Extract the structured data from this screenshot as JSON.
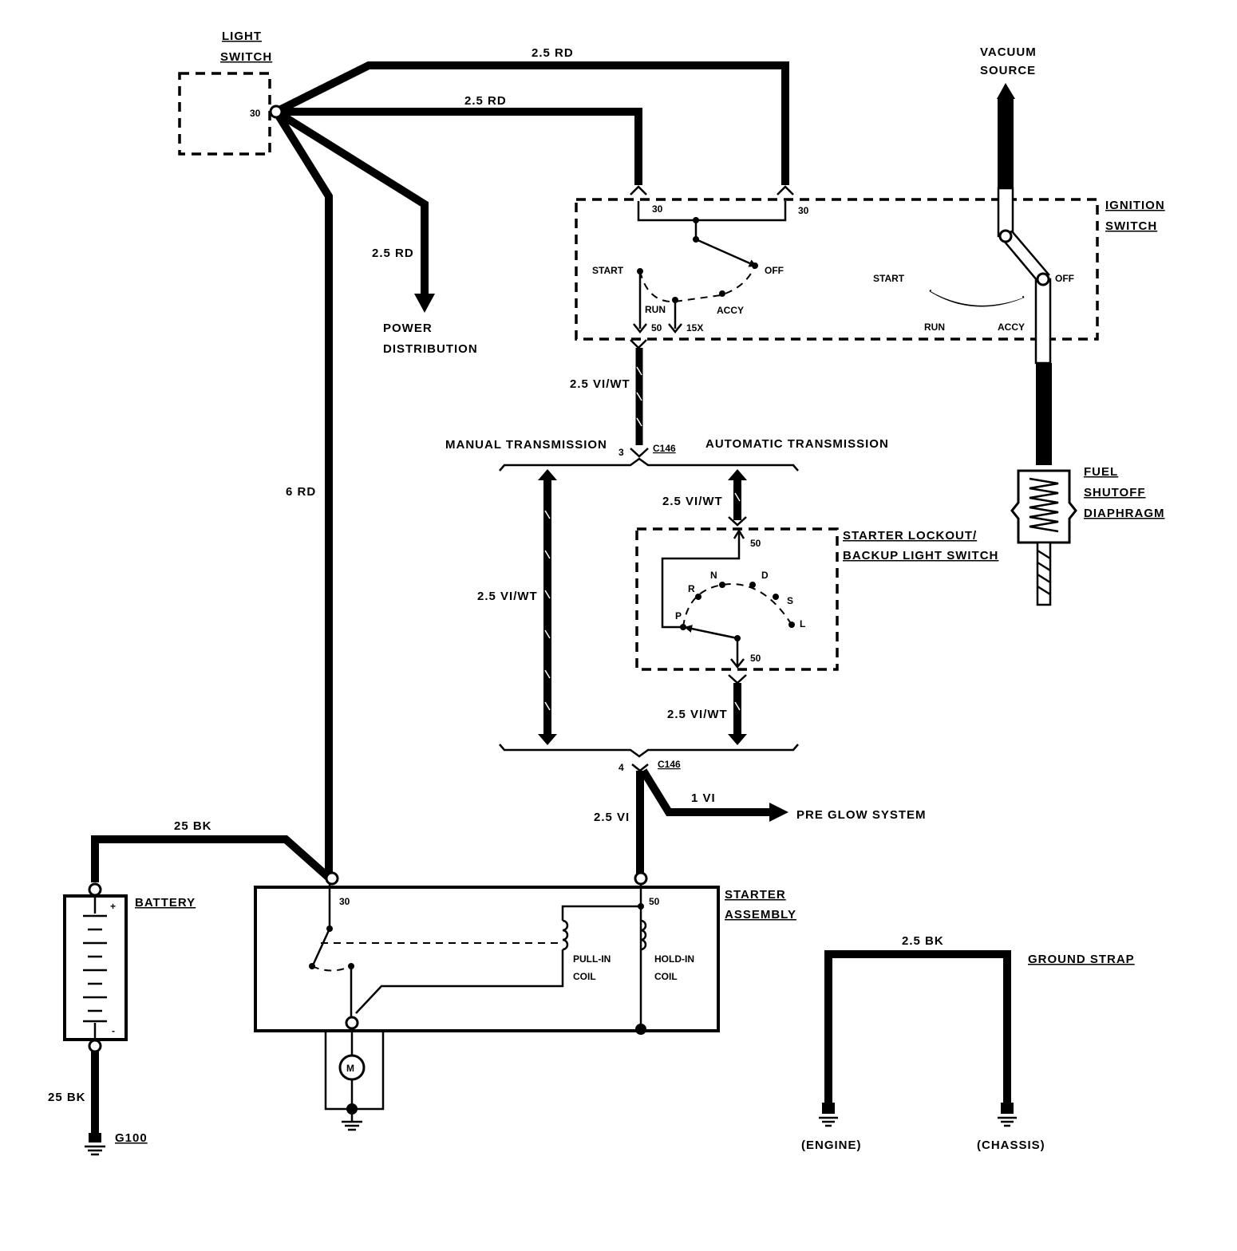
{
  "components": {
    "light_switch": {
      "name_line1": "LIGHT",
      "name_line2": "SWITCH",
      "terminal": "30"
    },
    "ignition_switch": {
      "name_line1": "IGNITION",
      "name_line2": "SWITCH",
      "terminal_left": "30",
      "terminal_right": "30",
      "positions": {
        "start": "START",
        "off": "OFF",
        "run": "RUN",
        "accy": "ACCY"
      },
      "terminal_50": "50",
      "terminal_15x": "15X",
      "lever_positions": {
        "start": "START",
        "off": "OFF",
        "run": "RUN",
        "accy": "ACCY"
      }
    },
    "vacuum_source": {
      "line1": "VACUUM",
      "line2": "SOURCE"
    },
    "fuel_shutoff": {
      "line1": "FUEL",
      "line2": "SHUTOFF",
      "line3": "DIAPHRAGM"
    },
    "power_distribution": {
      "line1": "POWER",
      "line2": "DISTRIBUTION"
    },
    "connector_c146": {
      "name": "C146",
      "pin_top": "3",
      "pin_bottom": "4"
    },
    "transmission": {
      "manual": "MANUAL TRANSMISSION",
      "automatic": "AUTOMATIC TRANSMISSION"
    },
    "starter_lockout": {
      "line1": "STARTER LOCKOUT/",
      "line2": "BACKUP LIGHT SWITCH",
      "terminal_top": "50",
      "terminal_bottom": "50",
      "gears": {
        "p": "P",
        "r": "R",
        "n": "N",
        "d": "D",
        "s": "S",
        "l": "L"
      }
    },
    "pre_glow": {
      "label": "PRE GLOW SYSTEM"
    },
    "starter_assembly": {
      "line1": "STARTER",
      "line2": "ASSEMBLY",
      "terminal_30": "30",
      "terminal_50": "50",
      "pull_in_1": "PULL-IN",
      "pull_in_2": "COIL",
      "hold_in_1": "HOLD-IN",
      "hold_in_2": "COIL",
      "motor": "M"
    },
    "battery": {
      "name": "BATTERY",
      "plus": "+",
      "minus": "-"
    },
    "ground": {
      "name": "G100"
    },
    "ground_strap": {
      "name": "GROUND STRAP",
      "wire": "2.5 BK",
      "engine": "(ENGINE)",
      "chassis": "(CHASSIS)"
    }
  },
  "wires": {
    "rd_top_outer": "2.5 RD",
    "rd_top_inner": "2.5 RD",
    "rd_power_dist": "2.5 RD",
    "rd_main": "6 RD",
    "vi_wt_ign": "2.5 VI/WT",
    "vi_wt_manual": "2.5 VI/WT",
    "vi_wt_auto_top": "2.5 VI/WT",
    "vi_wt_auto_bottom": "2.5 VI/WT",
    "vi_starter": "2.5 VI",
    "vi_preglow": "1 VI",
    "bk_battery_top": "25 BK",
    "bk_battery_ground": "25 BK"
  }
}
